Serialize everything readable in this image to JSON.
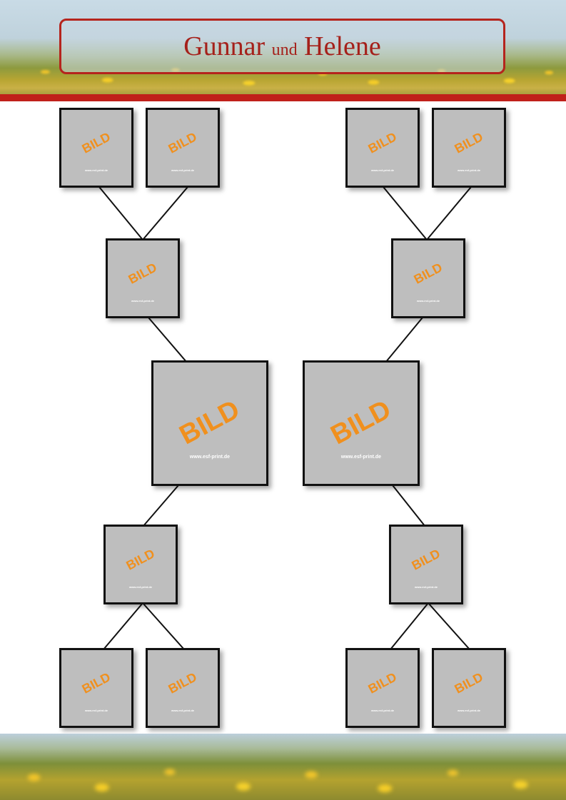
{
  "header": {
    "title_part1": "Gunnar",
    "title_part2": "und",
    "title_part3": "Helene"
  },
  "placeholder": {
    "label": "BILD",
    "watermark": "www.esf-print.de"
  },
  "colors": {
    "title_red": "#a5201a",
    "rule_red": "#c0201a",
    "frame_fill": "#bebebe",
    "label_orange": "#f0901e"
  },
  "frames": [
    {
      "id": "left-ancestor-1",
      "size": "small"
    },
    {
      "id": "left-ancestor-2",
      "size": "small"
    },
    {
      "id": "left-parent",
      "size": "small"
    },
    {
      "id": "left-main",
      "size": "large"
    },
    {
      "id": "left-child",
      "size": "small"
    },
    {
      "id": "left-grandchild-1",
      "size": "small"
    },
    {
      "id": "left-grandchild-2",
      "size": "small"
    },
    {
      "id": "right-ancestor-1",
      "size": "small"
    },
    {
      "id": "right-ancestor-2",
      "size": "small"
    },
    {
      "id": "right-parent",
      "size": "small"
    },
    {
      "id": "right-main",
      "size": "large"
    },
    {
      "id": "right-child",
      "size": "small"
    },
    {
      "id": "right-grandchild-1",
      "size": "small"
    },
    {
      "id": "right-grandchild-2",
      "size": "small"
    }
  ]
}
